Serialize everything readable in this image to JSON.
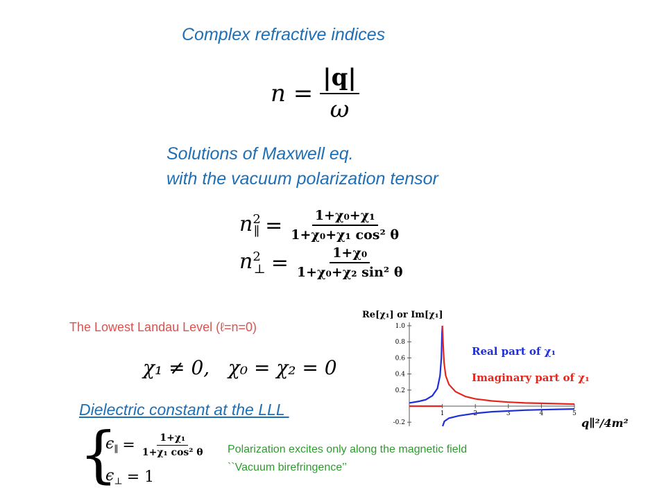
{
  "title": "Complex refractive indices",
  "eq_n": {
    "lhs": "n =",
    "num": "|q|",
    "den": "ω"
  },
  "maxwell": {
    "line1": "Solutions of Maxwell eq.",
    "line2": "with the vacuum polarization tensor"
  },
  "eq_npar": {
    "lhs": "n",
    "sub": "∥",
    "sup": "2",
    "eq": "=",
    "num": "1+χ₀+χ₁",
    "den": "1+χ₀+χ₁ cos² θ"
  },
  "eq_nperp": {
    "lhs": "n",
    "sub": "⊥",
    "sup": "2",
    "eq": "=",
    "num": "1+χ₀",
    "den": "1+χ₀+χ₂ sin² θ"
  },
  "lll_label": "The Lowest Landau Level (ℓ=n=0)",
  "eq_chi": "χ₁ ≠ 0,   χ₀ = χ₂ = 0",
  "dielectric_heading": "Dielectric constant at the LLL ",
  "eq_eps_par": {
    "lhs": "ϵ",
    "sub": "∥",
    "eq": "=",
    "num": "1+χ₁",
    "den": "1+χ₁ cos² θ"
  },
  "eq_eps_perp": {
    "lhs": "ϵ",
    "sub": "⊥",
    "rhs": "= 1"
  },
  "polarization_note": {
    "line1": "Polarization excites only along the magnetic field",
    "line2": "``Vacuum birefringence’’"
  },
  "colors": {
    "heading_blue": "#1f6fb5",
    "lll_red": "#d9534f",
    "note_green": "#2e9b2e",
    "curve_real": "#1f2fd8",
    "curve_imag": "#e8251c"
  },
  "chart_data": {
    "type": "line",
    "title": "",
    "ylabel": "Re[χ₁] or Im[χ₁]",
    "xlabel": "q∥²/4m²",
    "xlim": [
      0,
      5
    ],
    "ylim": [
      -0.25,
      1.0
    ],
    "x_ticks": [
      "1",
      "2",
      "3",
      "4",
      "5"
    ],
    "y_ticks": [
      "1.0",
      "0.8",
      "0.6",
      "0.4",
      "0.2",
      "-0.2"
    ],
    "grid": false,
    "legend": "inline labels, upper right",
    "series": [
      {
        "name": "Real part of χ₁",
        "color": "#1f2fd8",
        "segments": [
          [
            [
              0.0,
              0.04
            ],
            [
              0.3,
              0.06
            ],
            [
              0.5,
              0.08
            ],
            [
              0.7,
              0.13
            ],
            [
              0.85,
              0.22
            ],
            [
              0.93,
              0.38
            ],
            [
              0.97,
              0.6
            ],
            [
              0.99,
              0.9
            ],
            [
              1.0,
              1.0
            ]
          ],
          [
            [
              1.01,
              -0.25
            ],
            [
              1.06,
              -0.19
            ],
            [
              1.2,
              -0.15
            ],
            [
              1.5,
              -0.12
            ],
            [
              2.0,
              -0.09
            ],
            [
              2.5,
              -0.07
            ],
            [
              3.0,
              -0.06
            ],
            [
              3.5,
              -0.05
            ],
            [
              4.0,
              -0.045
            ],
            [
              4.5,
              -0.04
            ],
            [
              5.0,
              -0.035
            ]
          ]
        ]
      },
      {
        "name": "Imaginary part of χ₁",
        "color": "#e8251c",
        "segments": [
          [
            [
              0.0,
              0.0
            ],
            [
              1.0,
              0.0
            ]
          ],
          [
            [
              1.0,
              1.0
            ],
            [
              1.02,
              0.8
            ],
            [
              1.05,
              0.55
            ],
            [
              1.1,
              0.38
            ],
            [
              1.2,
              0.27
            ],
            [
              1.4,
              0.18
            ],
            [
              1.7,
              0.12
            ],
            [
              2.0,
              0.09
            ],
            [
              2.5,
              0.065
            ],
            [
              3.0,
              0.05
            ],
            [
              3.5,
              0.04
            ],
            [
              4.0,
              0.035
            ],
            [
              4.5,
              0.03
            ],
            [
              5.0,
              0.025
            ]
          ]
        ]
      }
    ]
  }
}
